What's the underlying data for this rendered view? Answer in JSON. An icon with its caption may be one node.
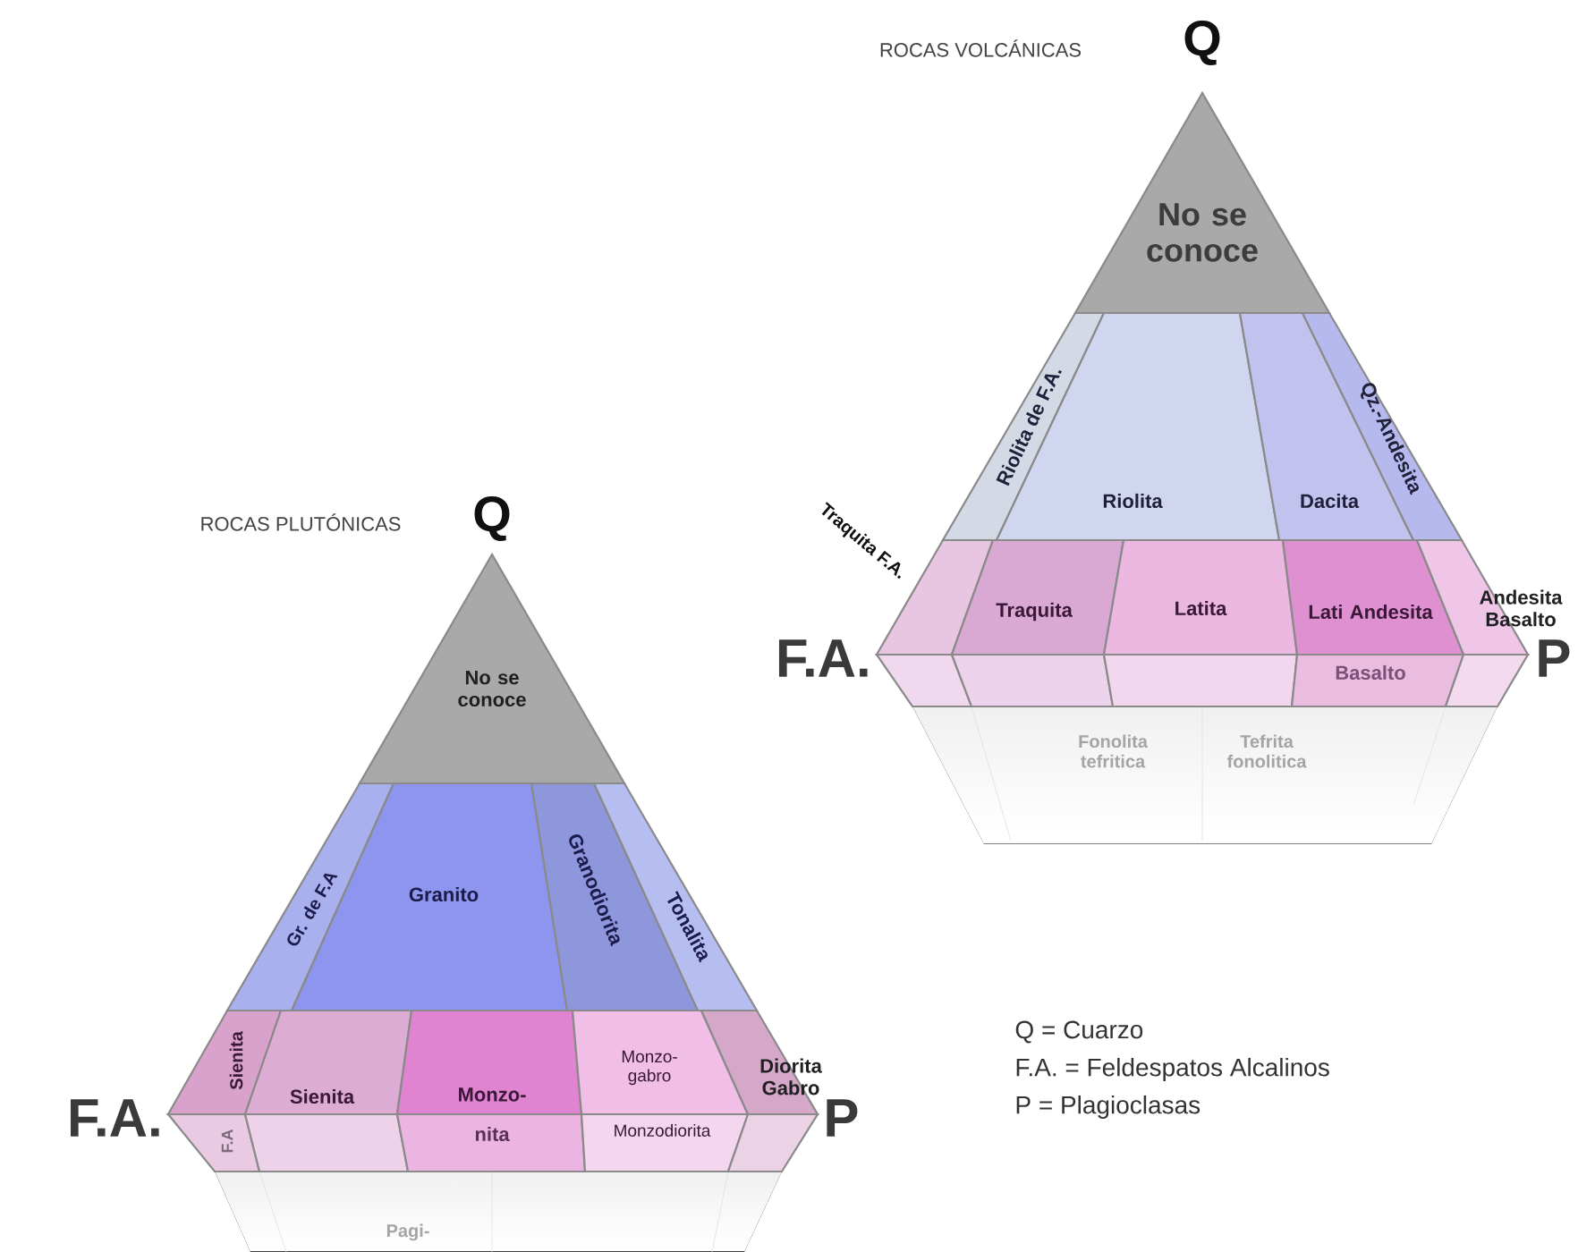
{
  "diagram": {
    "nodes": [
      {
        "text": [
          "No se conoce"
        ]
      },
      {
        "text": [
          "Riolita de F.A."
        ]
      },
      {
        "text": [
          "Riolita"
        ]
      },
      {
        "text": [
          "Dacita"
        ]
      },
      {
        "text": [
          "Qz.-Andesita"
        ]
      },
      {
        "text": [
          "Traquita F.A."
        ]
      },
      {
        "text": [
          "Traquita"
        ]
      },
      {
        "text": [
          "Latita"
        ]
      },
      {
        "text": [
          "Lati Andesita"
        ]
      },
      {
        "text": [
          "Andesita Basalto"
        ]
      },
      {
        "text": [],
        "shape": "box"
      },
      {
        "text": [],
        "shape": "box"
      },
      {
        "text": [],
        "shape": "box"
      },
      {
        "text": [
          "Basalto"
        ]
      },
      {
        "text": [],
        "shape": "box"
      },
      {
        "text": [
          "No se conoce"
        ]
      },
      {
        "text": [
          "Gr. de F.A"
        ]
      },
      {
        "text": [
          "Granito"
        ]
      },
      {
        "text": [
          "Granodiorita"
        ]
      },
      {
        "text": [
          "Tonalita"
        ]
      },
      {
        "text": [
          "Sienita"
        ]
      },
      {
        "text": [
          "Sienita"
        ]
      },
      {
        "text": [
          "Monzo-"
        ]
      },
      {
        "text": [
          "Monzo- gabro"
        ]
      },
      {
        "text": [
          "Diorita Gabro"
        ]
      },
      {
        "text": [
          "F.A"
        ]
      },
      {
        "text": [],
        "shape": "box"
      },
      {
        "text": [
          "nita"
        ]
      },
      {
        "text": [
          "Monzodiorita"
        ]
      },
      {
        "text": [],
        "shape": "box"
      }
    ],
    "labels": [
      "ROCAS VOLCÁNICAS",
      "Q",
      "F.A.",
      "P",
      "Fonolita tefritica",
      "Tefrita fonolitica",
      "ROCAS PLUTÓNICAS",
      "Q",
      "F.A.",
      "P",
      "Q = Cuarzo",
      "F.A. = Feldespatos Alcalinos",
      "P = Plagioclasas",
      "Pagi-"
    ]
  }
}
